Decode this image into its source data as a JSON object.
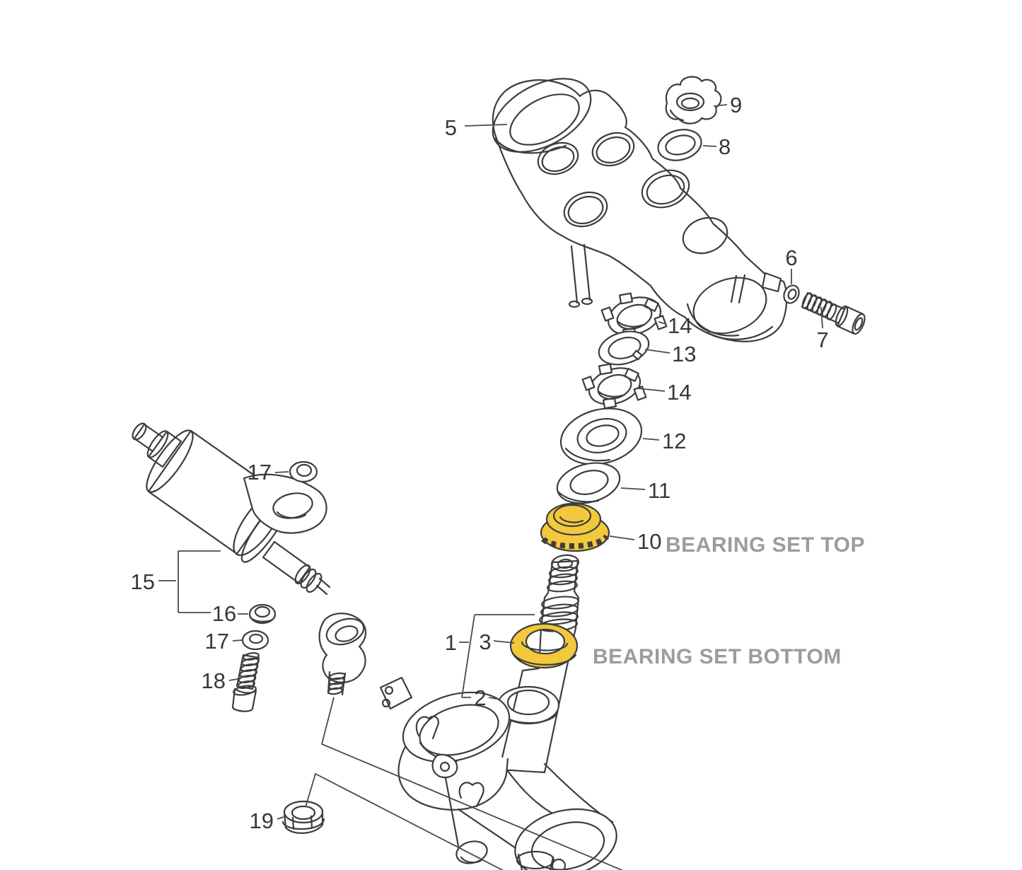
{
  "diagram": {
    "type": "exploded-parts-diagram",
    "colors": {
      "background": "#ffffff",
      "line": "#3d3d3d",
      "label_text": "#383838",
      "caption_text": "#9c9c9c",
      "highlight_yellow": "#F2C83C"
    },
    "captions": {
      "top": "BEARING SET TOP",
      "bottom": "BEARING SET BOTTOM"
    },
    "labels": {
      "upper_bracket": "5",
      "stem_head_nut": "9",
      "head_nut_washer": "8",
      "pinch_bolt_washer": "6",
      "pinch_bolt": "7",
      "steering_lock_nut_upper": "14",
      "lock_washer": "13",
      "steering_lock_nut_lower": "14",
      "bearing_cover": "12",
      "washer_upper": "11",
      "bearing_set_top": "10",
      "steering_stem_assembly": "1",
      "bearing_set_bottom": "3",
      "dust_seal": "2",
      "steering_damper": "15",
      "damper_bushing": "16",
      "damper_washer_upper": "17",
      "damper_washer_lower": "17",
      "damper_bolt": "18",
      "stud_nut": "19"
    }
  }
}
